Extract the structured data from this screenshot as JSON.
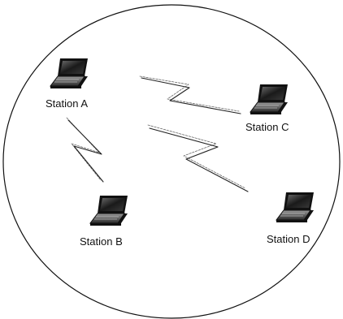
{
  "stations": [
    {
      "id": "A",
      "label": "Station A",
      "icon": "laptop-icon"
    },
    {
      "id": "B",
      "label": "Station B",
      "icon": "laptop-icon"
    },
    {
      "id": "C",
      "label": "Station C",
      "icon": "laptop-icon"
    },
    {
      "id": "D",
      "label": "Station D",
      "icon": "laptop-icon"
    }
  ],
  "links": [
    {
      "from": "A",
      "to": "C",
      "icon": "wireless-signal-icon"
    },
    {
      "from": "A",
      "to": "D",
      "icon": "wireless-signal-icon"
    },
    {
      "from": "A",
      "to": "B",
      "icon": "wireless-signal-icon"
    }
  ],
  "colors": {
    "line": "#111111",
    "screen": "#2a2a2a",
    "background": "#ffffff"
  }
}
